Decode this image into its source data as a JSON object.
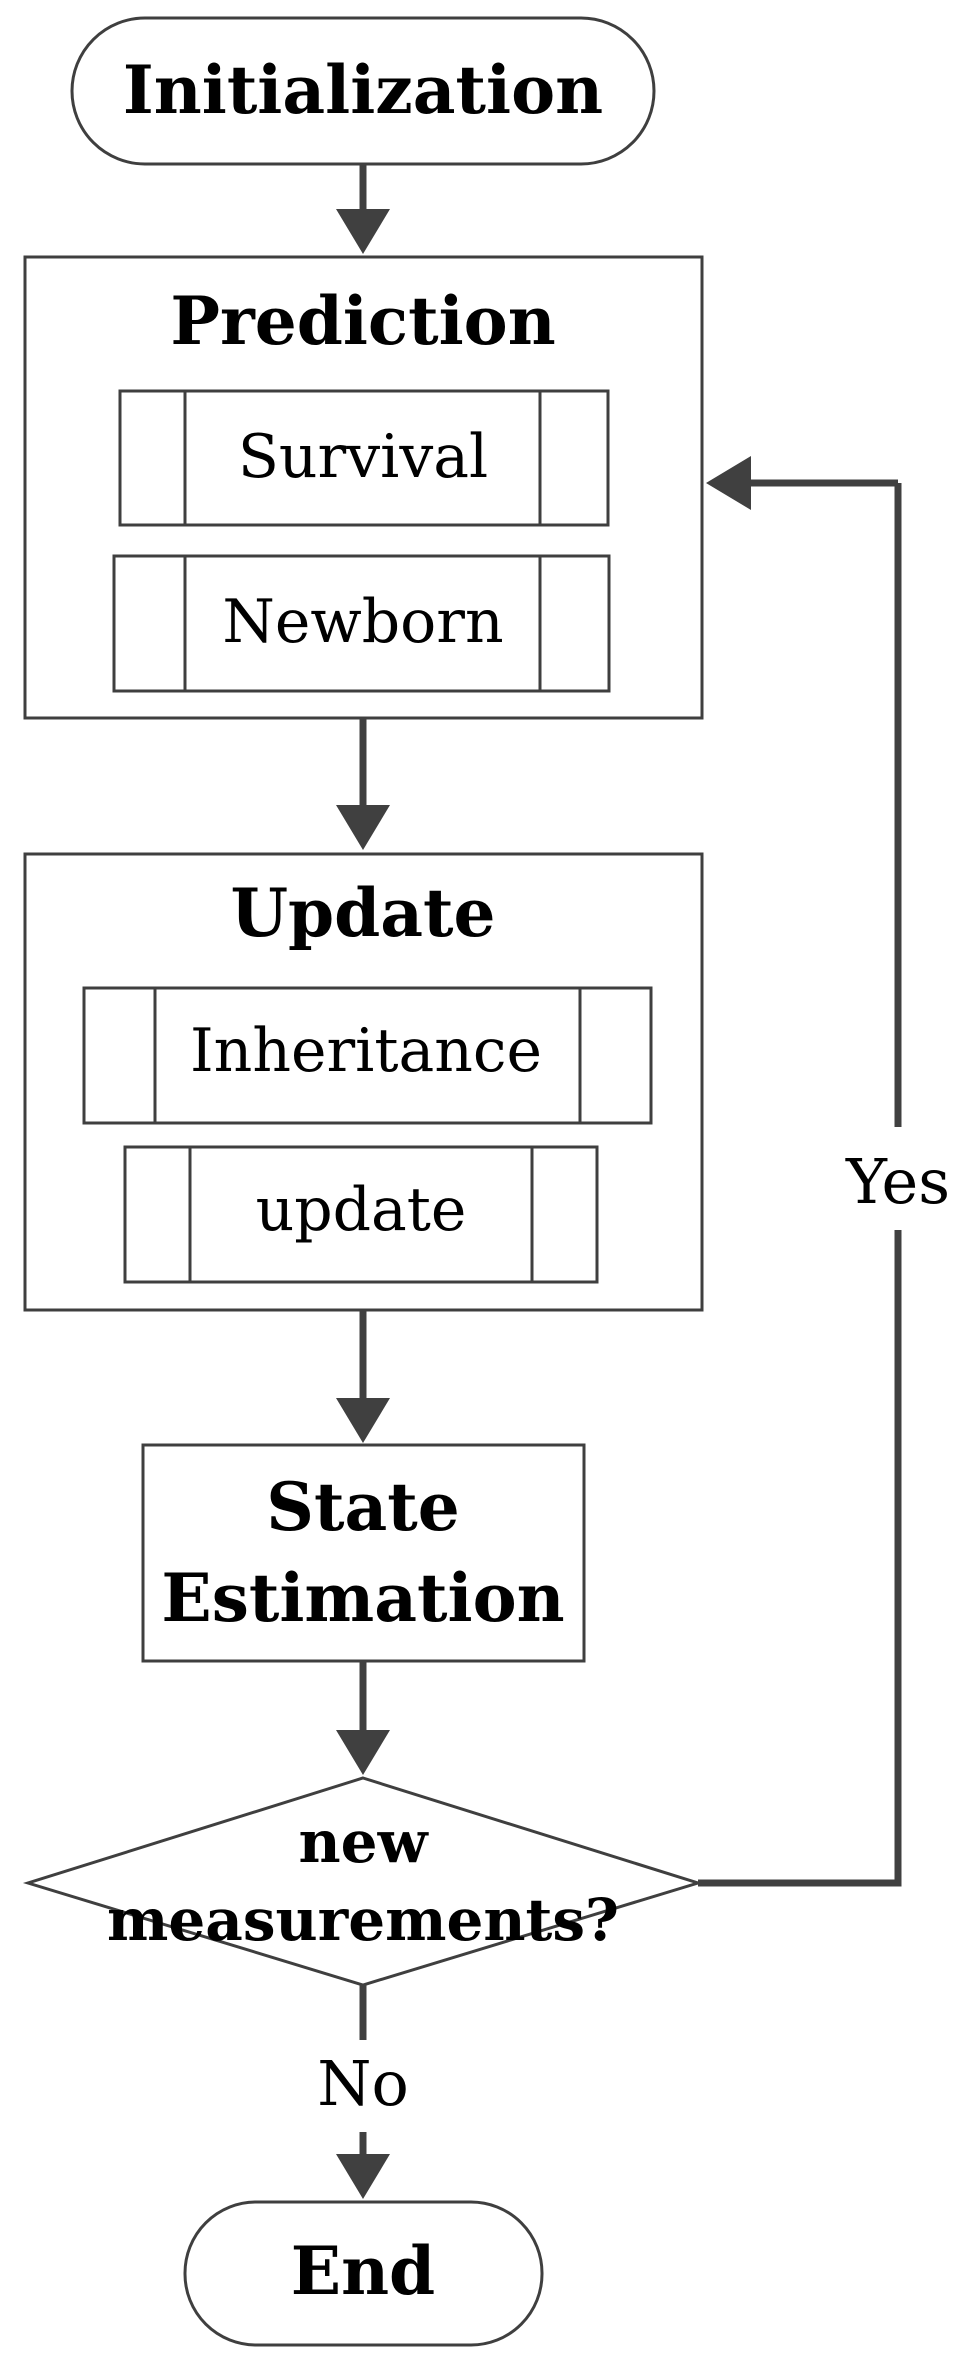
{
  "nodes": {
    "start": "Initialization",
    "prediction": {
      "title": "Prediction",
      "sub": [
        "Survival",
        "Newborn"
      ]
    },
    "update": {
      "title": "Update",
      "sub": [
        "Inheritance",
        "update"
      ]
    },
    "state": [
      "State",
      "Estimation"
    ],
    "decision": [
      "new",
      "measurements?"
    ],
    "end": "End"
  },
  "edges": {
    "yes": "Yes",
    "no": "No"
  }
}
